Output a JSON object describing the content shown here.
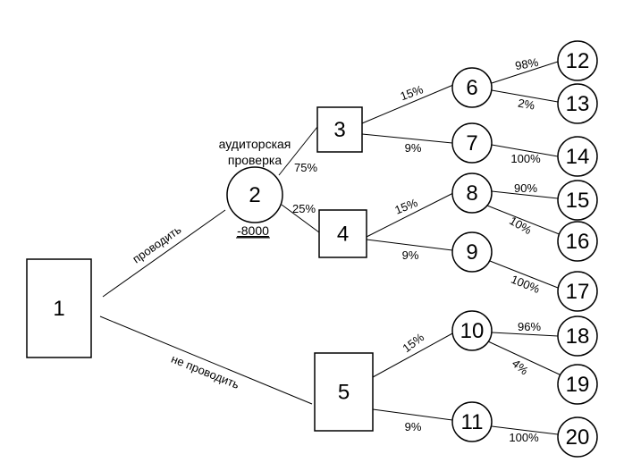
{
  "nodes": [
    {
      "id": "1",
      "label": "1",
      "shape": "rect"
    },
    {
      "id": "2",
      "label": "2",
      "shape": "circle"
    },
    {
      "id": "3",
      "label": "3",
      "shape": "rect"
    },
    {
      "id": "4",
      "label": "4",
      "shape": "rect"
    },
    {
      "id": "5",
      "label": "5",
      "shape": "rect"
    },
    {
      "id": "6",
      "label": "6",
      "shape": "circle"
    },
    {
      "id": "7",
      "label": "7",
      "shape": "circle"
    },
    {
      "id": "8",
      "label": "8",
      "shape": "circle"
    },
    {
      "id": "9",
      "label": "9",
      "shape": "circle"
    },
    {
      "id": "10",
      "label": "10",
      "shape": "circle"
    },
    {
      "id": "11",
      "label": "11",
      "shape": "circle"
    },
    {
      "id": "12",
      "label": "12",
      "shape": "circle"
    },
    {
      "id": "13",
      "label": "13",
      "shape": "circle"
    },
    {
      "id": "14",
      "label": "14",
      "shape": "circle"
    },
    {
      "id": "15",
      "label": "15",
      "shape": "circle"
    },
    {
      "id": "16",
      "label": "16",
      "shape": "circle"
    },
    {
      "id": "17",
      "label": "17",
      "shape": "circle"
    },
    {
      "id": "18",
      "label": "18",
      "shape": "circle"
    },
    {
      "id": "19",
      "label": "19",
      "shape": "circle"
    },
    {
      "id": "20",
      "label": "20",
      "shape": "circle"
    }
  ],
  "edges": [
    {
      "from": "1",
      "to": "2",
      "label": "проводить"
    },
    {
      "from": "1",
      "to": "5",
      "label": "не проводить"
    },
    {
      "from": "2",
      "to": "3",
      "label": "75%"
    },
    {
      "from": "2",
      "to": "4",
      "label": "25%"
    },
    {
      "from": "3",
      "to": "6",
      "label": "15%"
    },
    {
      "from": "3",
      "to": "7",
      "label": "9%"
    },
    {
      "from": "4",
      "to": "8",
      "label": "15%"
    },
    {
      "from": "4",
      "to": "9",
      "label": "9%"
    },
    {
      "from": "5",
      "to": "10",
      "label": "15%"
    },
    {
      "from": "5",
      "to": "11",
      "label": "9%"
    },
    {
      "from": "6",
      "to": "12",
      "label": "98%"
    },
    {
      "from": "6",
      "to": "13",
      "label": "2%"
    },
    {
      "from": "7",
      "to": "14",
      "label": "100%"
    },
    {
      "from": "8",
      "to": "15",
      "label": "90%"
    },
    {
      "from": "8",
      "to": "16",
      "label": "10%"
    },
    {
      "from": "9",
      "to": "17",
      "label": "100%"
    },
    {
      "from": "10",
      "to": "18",
      "label": "96%"
    },
    {
      "from": "10",
      "to": "19",
      "label": "4%"
    },
    {
      "from": "11",
      "to": "20",
      "label": "100%"
    }
  ],
  "annotations": {
    "audit_line1": "аудиторская",
    "audit_line2": "проверка",
    "cost": "-8000"
  }
}
